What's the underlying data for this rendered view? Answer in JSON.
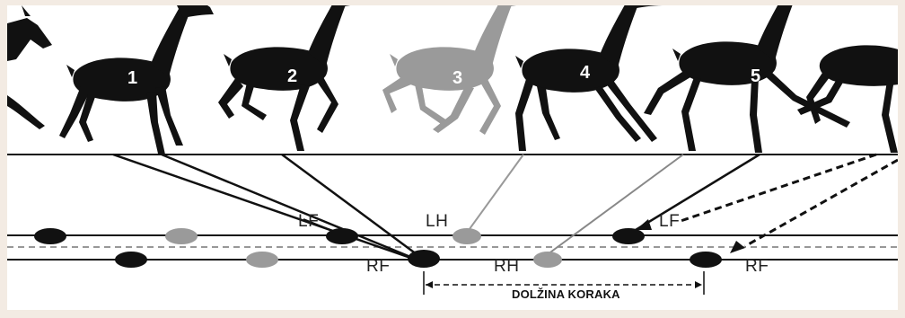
{
  "figure": {
    "frame_numbers": [
      "1",
      "2",
      "3",
      "4",
      "5"
    ],
    "foot_labels": {
      "lf_left": "LF",
      "lh": "LH",
      "lf_right": "LF",
      "rf_left": "RF",
      "rh": "RH",
      "rf_right": "RF"
    },
    "caption": "DOLŽINA KORAKA",
    "colors": {
      "silhouette": "#111111",
      "highlight": "#9a9a9a",
      "background": "#ffffff",
      "border": "#f3ebe3"
    }
  }
}
